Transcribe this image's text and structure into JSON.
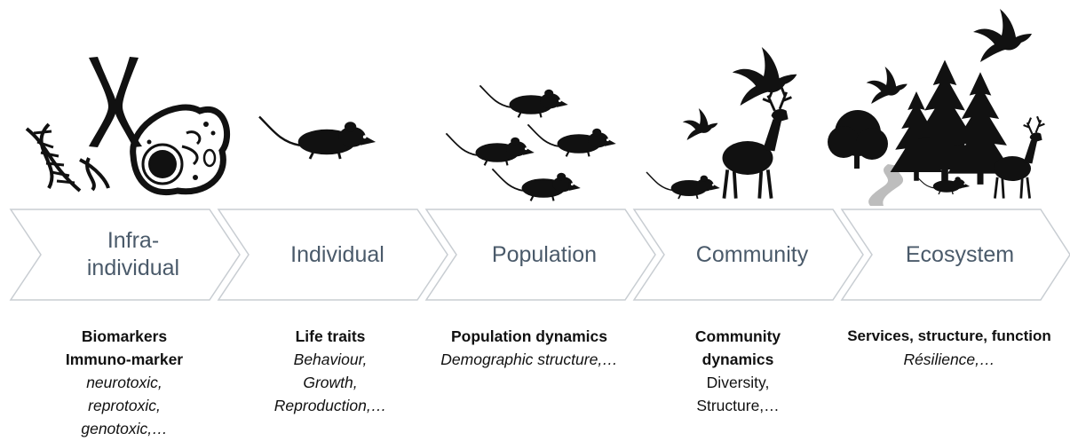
{
  "stages": [
    {
      "label": "Infra-individual"
    },
    {
      "label": "Individual"
    },
    {
      "label": "Population"
    },
    {
      "label": "Community"
    },
    {
      "label": "Ecosystem"
    }
  ],
  "descriptions": {
    "infra": {
      "line1": "Biomarkers",
      "line2": "Immuno-marker",
      "line3": "neurotoxic,",
      "line4": "reprotoxic,",
      "line5": "genotoxic,…"
    },
    "individual": {
      "line1": "Life traits",
      "line2": "Behaviour,",
      "line3": "Growth,",
      "line4": "Reproduction,…"
    },
    "population": {
      "line1": "Population dynamics",
      "line2": "Demographic structure,…"
    },
    "community": {
      "line1": "Community",
      "line2": "dynamics",
      "line3": "Diversity,",
      "line4": "Structure,…"
    },
    "ecosystem": {
      "line1": "Services, structure, function",
      "line2": "Résilience,…"
    }
  },
  "icons": [
    "dna-icon",
    "chromosome-icon",
    "cell-icon",
    "mouse-icon",
    "bird-icon",
    "deer-icon",
    "tree-icon",
    "conifer-icon",
    "river-icon"
  ],
  "colors": {
    "chevron_border": "#c8cdd2",
    "label": "#4a5a6a",
    "silhouette": "#111111"
  }
}
